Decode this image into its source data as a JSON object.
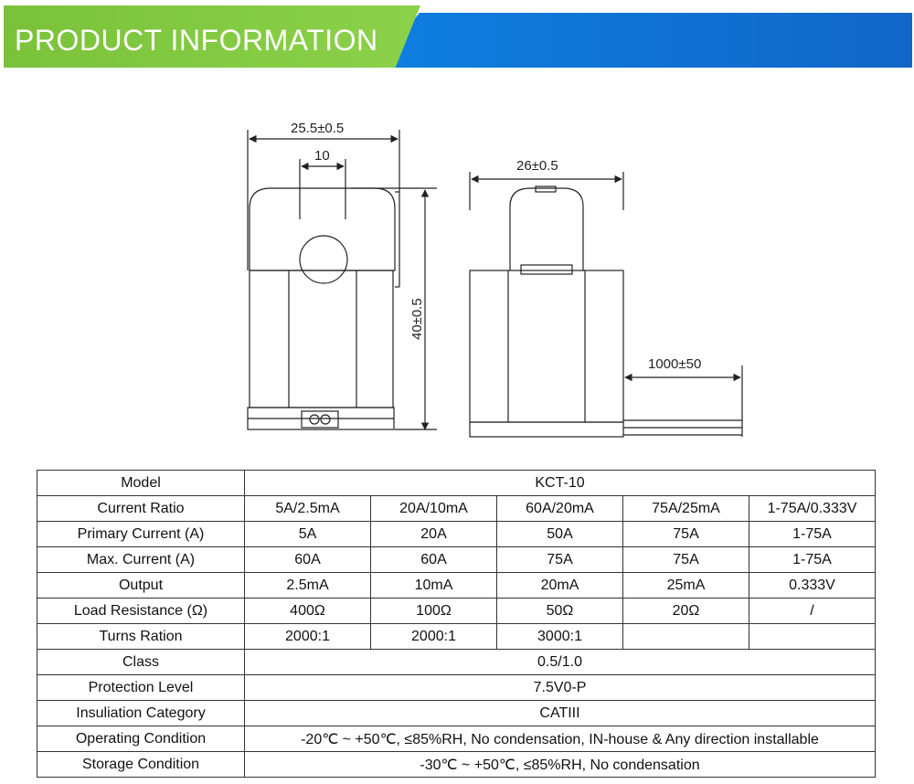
{
  "banner": {
    "title": "PRODUCT INFORMATION"
  },
  "drawing": {
    "left_width": "25.5±0.5",
    "left_inner": "10",
    "left_height": "40±0.5",
    "right_width": "26±0.5",
    "cable_length": "1000±50"
  },
  "table": {
    "rows": [
      {
        "label": "Model",
        "span": "KCT-10"
      },
      {
        "label": "Current Ratio",
        "cells": [
          "5A/2.5mA",
          "20A/10mA",
          "60A/20mA",
          "75A/25mA",
          "1-75A/0.333V"
        ]
      },
      {
        "label": "Primary Current (A)",
        "cells": [
          "5A",
          "20A",
          "50A",
          "75A",
          "1-75A"
        ]
      },
      {
        "label": "Max. Current (A)",
        "cells": [
          "60A",
          "60A",
          "75A",
          "75A",
          "1-75A"
        ]
      },
      {
        "label": "Output",
        "cells": [
          "2.5mA",
          "10mA",
          "20mA",
          "25mA",
          "0.333V"
        ]
      },
      {
        "label": "Load Resistance (Ω)",
        "cells": [
          "400Ω",
          "100Ω",
          "50Ω",
          "20Ω",
          "/"
        ]
      },
      {
        "label": "Turns Ration",
        "cells": [
          "2000:1",
          "2000:1",
          "3000:1",
          "",
          ""
        ]
      },
      {
        "label": "Class",
        "span": "0.5/1.0"
      },
      {
        "label": "Protection Level",
        "span": "7.5V0-P"
      },
      {
        "label": "Insuliation Category",
        "span": "CATIII"
      },
      {
        "label": "Operating Condition",
        "span": "-20℃ ~ +50℃, ≤85%RH, No condensation, IN-house & Any direction installable"
      },
      {
        "label": "Storage Condition",
        "span": "-30℃ ~ +50℃, ≤85%RH, No condensation"
      }
    ]
  }
}
